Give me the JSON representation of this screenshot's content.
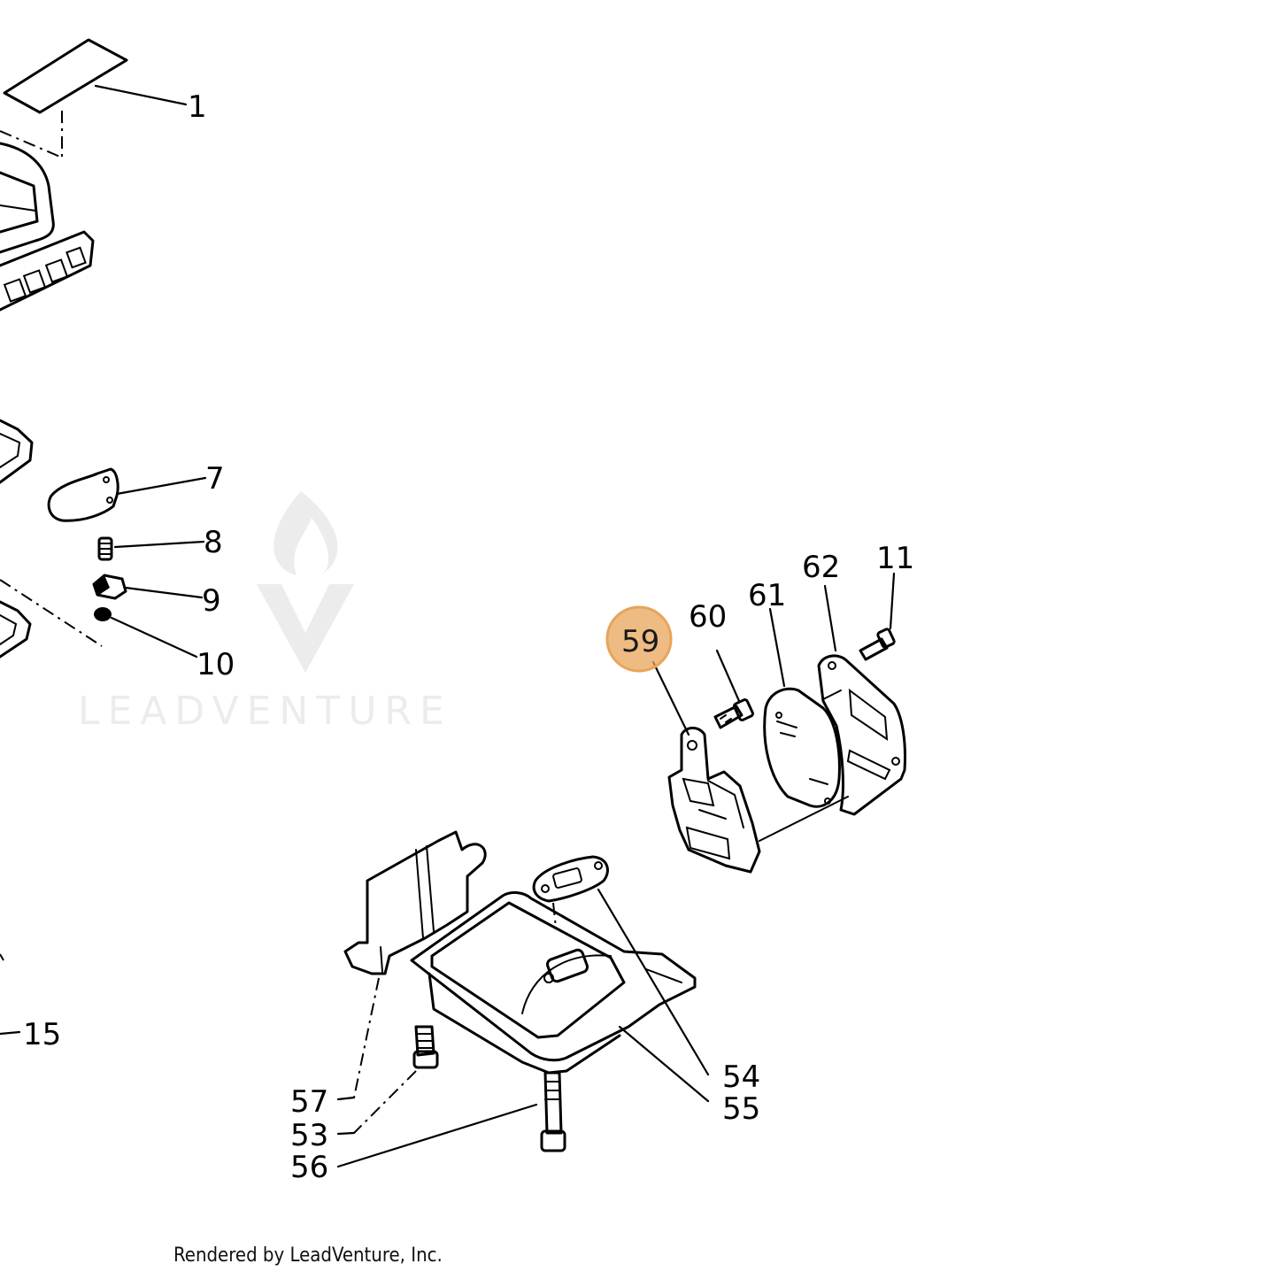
{
  "diagram": {
    "watermark_text": "LEADVENTURE",
    "credit": "Rendered by LeadVenture, Inc.",
    "highlight_color": "#e8a45a",
    "callouts": {
      "c1": "1",
      "c7": "7",
      "c8": "8",
      "c9": "9",
      "c10": "10",
      "c15": "15",
      "c11": "11",
      "c59": "59",
      "c60": "60",
      "c61": "61",
      "c62": "62",
      "c54": "54",
      "c55": "55",
      "c57": "57",
      "c53": "53",
      "c56": "56"
    }
  }
}
